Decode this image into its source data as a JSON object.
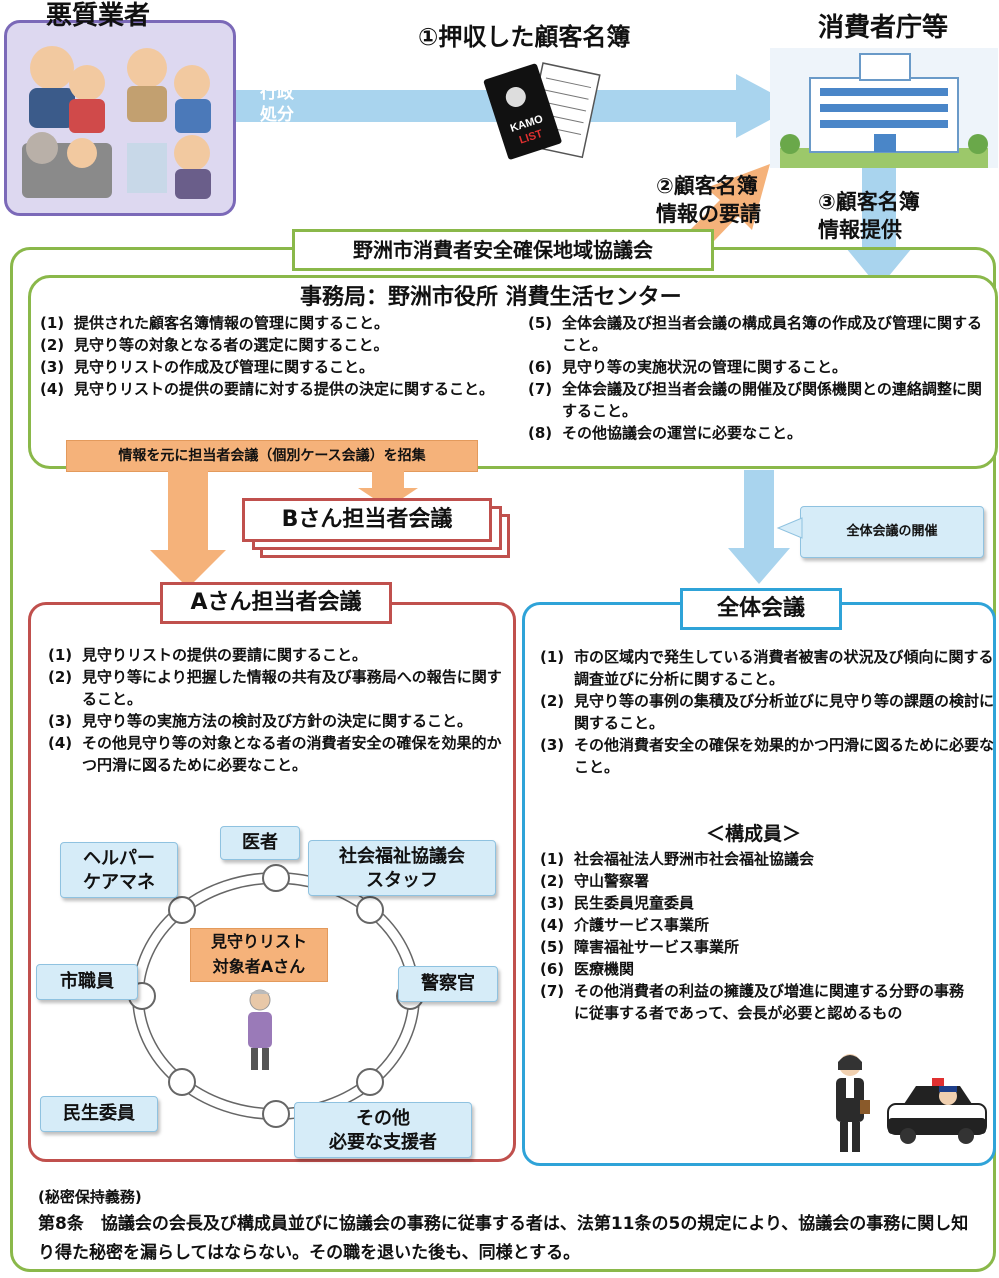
{
  "top": {
    "bad_vendor": "悪質業者",
    "agency": "消費者庁等",
    "seized_list": "①押収した顧客名簿",
    "admin_action": "行政\n処分",
    "request": "②顧客名簿\n情報の要請",
    "provide": "③顧客名簿\n情報提供",
    "book_text": "KAMO\nLIST"
  },
  "council": {
    "title": "野洲市消費者安全確保地域協議会",
    "secretariat": "事務局：野洲市役所 消費生活センター",
    "left_items": [
      {
        "n": "(1)",
        "t": "提供された顧客名簿情報の管理に関すること。"
      },
      {
        "n": "(2)",
        "t": "見守り等の対象となる者の選定に関すること。"
      },
      {
        "n": "(3)",
        "t": "見守りリストの作成及び管理に関すること。"
      },
      {
        "n": "(4)",
        "t": "見守りリストの提供の要請に対する提供の決定に関すること。"
      }
    ],
    "right_items": [
      {
        "n": "(5)",
        "t": "全体会議及び担当者会議の構成員名簿の作成及び管理に関すること。"
      },
      {
        "n": "(6)",
        "t": "見守り等の実施状況の管理に関すること。"
      },
      {
        "n": "(7)",
        "t": "全体会議及び担当者会議の開催及び関係機関との連絡調整に関すること。"
      },
      {
        "n": "(8)",
        "t": "その他協議会の運営に必要なこと。"
      }
    ],
    "convene": "情報を元に担当者会議（個別ケース会議）を招集"
  },
  "b_meeting": "Bさん担当者会議",
  "general_callout": "全体会議の開催",
  "a_meeting": {
    "title": "Aさん担当者会議",
    "items": [
      {
        "n": "(1)",
        "t": "見守りリストの提供の要請に関すること。"
      },
      {
        "n": "(2)",
        "t": "見守り等により把握した情報の共有及び事務局への報告に関すること。"
      },
      {
        "n": "(3)",
        "t": "見守り等の実施方法の検討及び方針の決定に関すること。"
      },
      {
        "n": "(4)",
        "t": "その他見守り等の対象となる者の消費者安全の確保を効果的かつ円滑に図るために必要なこと。"
      }
    ],
    "center": "見守りリスト\n対象者Aさん",
    "roles": {
      "doctor": "医者",
      "helper": "ヘルパー\nケアマネ",
      "social": "社会福祉協議会\nスタッフ",
      "city": "市職員",
      "police": "警察官",
      "minsei": "民生委員",
      "other": "その他\n必要な支援者"
    }
  },
  "general": {
    "title": "全体会議",
    "items": [
      {
        "n": "(1)",
        "t": "市の区域内で発生している消費者被害の状況及び傾向に関する調査並びに分析に関すること。"
      },
      {
        "n": "(2)",
        "t": "見守り等の事例の集積及び分析並びに見守り等の課題の検討に関すること。"
      },
      {
        "n": "(3)",
        "t": "その他消費者安全の確保を効果的かつ円滑に図るために必要なこと。"
      }
    ],
    "members_heading": "＜構成員＞",
    "members": [
      {
        "n": "(1)",
        "t": "社会福祉法人野洲市社会福祉協議会"
      },
      {
        "n": "(2)",
        "t": "守山警察署"
      },
      {
        "n": "(3)",
        "t": "民生委員児童委員"
      },
      {
        "n": "(4)",
        "t": "介護サービス事業所"
      },
      {
        "n": "(5)",
        "t": "障害福祉サービス事業所"
      },
      {
        "n": "(6)",
        "t": "医療機関"
      },
      {
        "n": "(7)",
        "t": "その他消費者の利益の擁護及び増進に関連する分野の事務に従事する者であって、会長が必要と認めるもの"
      }
    ]
  },
  "confidentiality": {
    "heading": "(秘密保持義務)",
    "text": "第8条　協議会の会長及び構成員並びに協議会の事務に従事する者は、法第11条の5の規定により、協議会の事務に関し知り得た秘密を漏らしてはならない。その職を退いた後も、同様とする。"
  },
  "colors": {
    "green": "#8ab84a",
    "red": "#c0504d",
    "blue": "#2fa3d8",
    "orange": "#f5b27a",
    "lightblue": "#a9d4ee",
    "purple": "#7b69b8"
  }
}
